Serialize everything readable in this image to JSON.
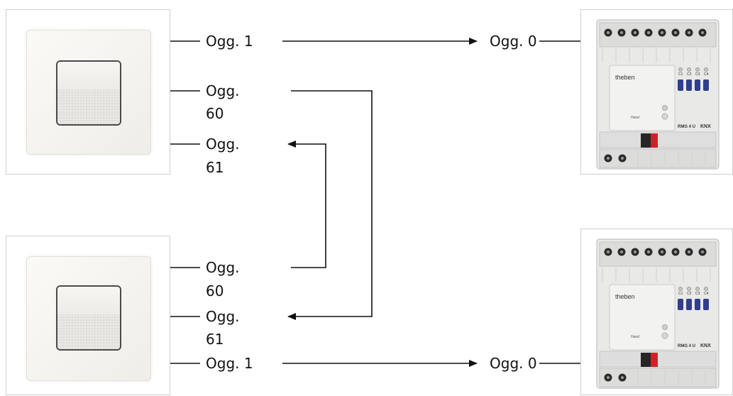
{
  "labels": {
    "top_sender_obj1": "Ogg. 1",
    "top_receiver_obj0": "Ogg. 0",
    "top_obj60_line1": "Ogg.",
    "top_obj60_line2": "60",
    "top_obj61_line1": "Ogg.",
    "top_obj61_line2": "61",
    "bottom_obj60_line1": "Ogg.",
    "bottom_obj60_line2": "60",
    "bottom_obj61_line1": "Ogg.",
    "bottom_obj61_line2": "61",
    "bottom_sender_obj1": "Ogg. 1",
    "bottom_receiver_obj0": "Ogg. 0"
  },
  "actuator": {
    "brand": "theben",
    "model": "RMG 4 U",
    "knx": "KNX",
    "channels": [
      "C1",
      "C2",
      "C3",
      "C4"
    ],
    "button_label": "Hand"
  },
  "colors": {
    "line": "#111111",
    "button_blue": "#2f3f8f",
    "terminal_red": "#d0202a"
  }
}
